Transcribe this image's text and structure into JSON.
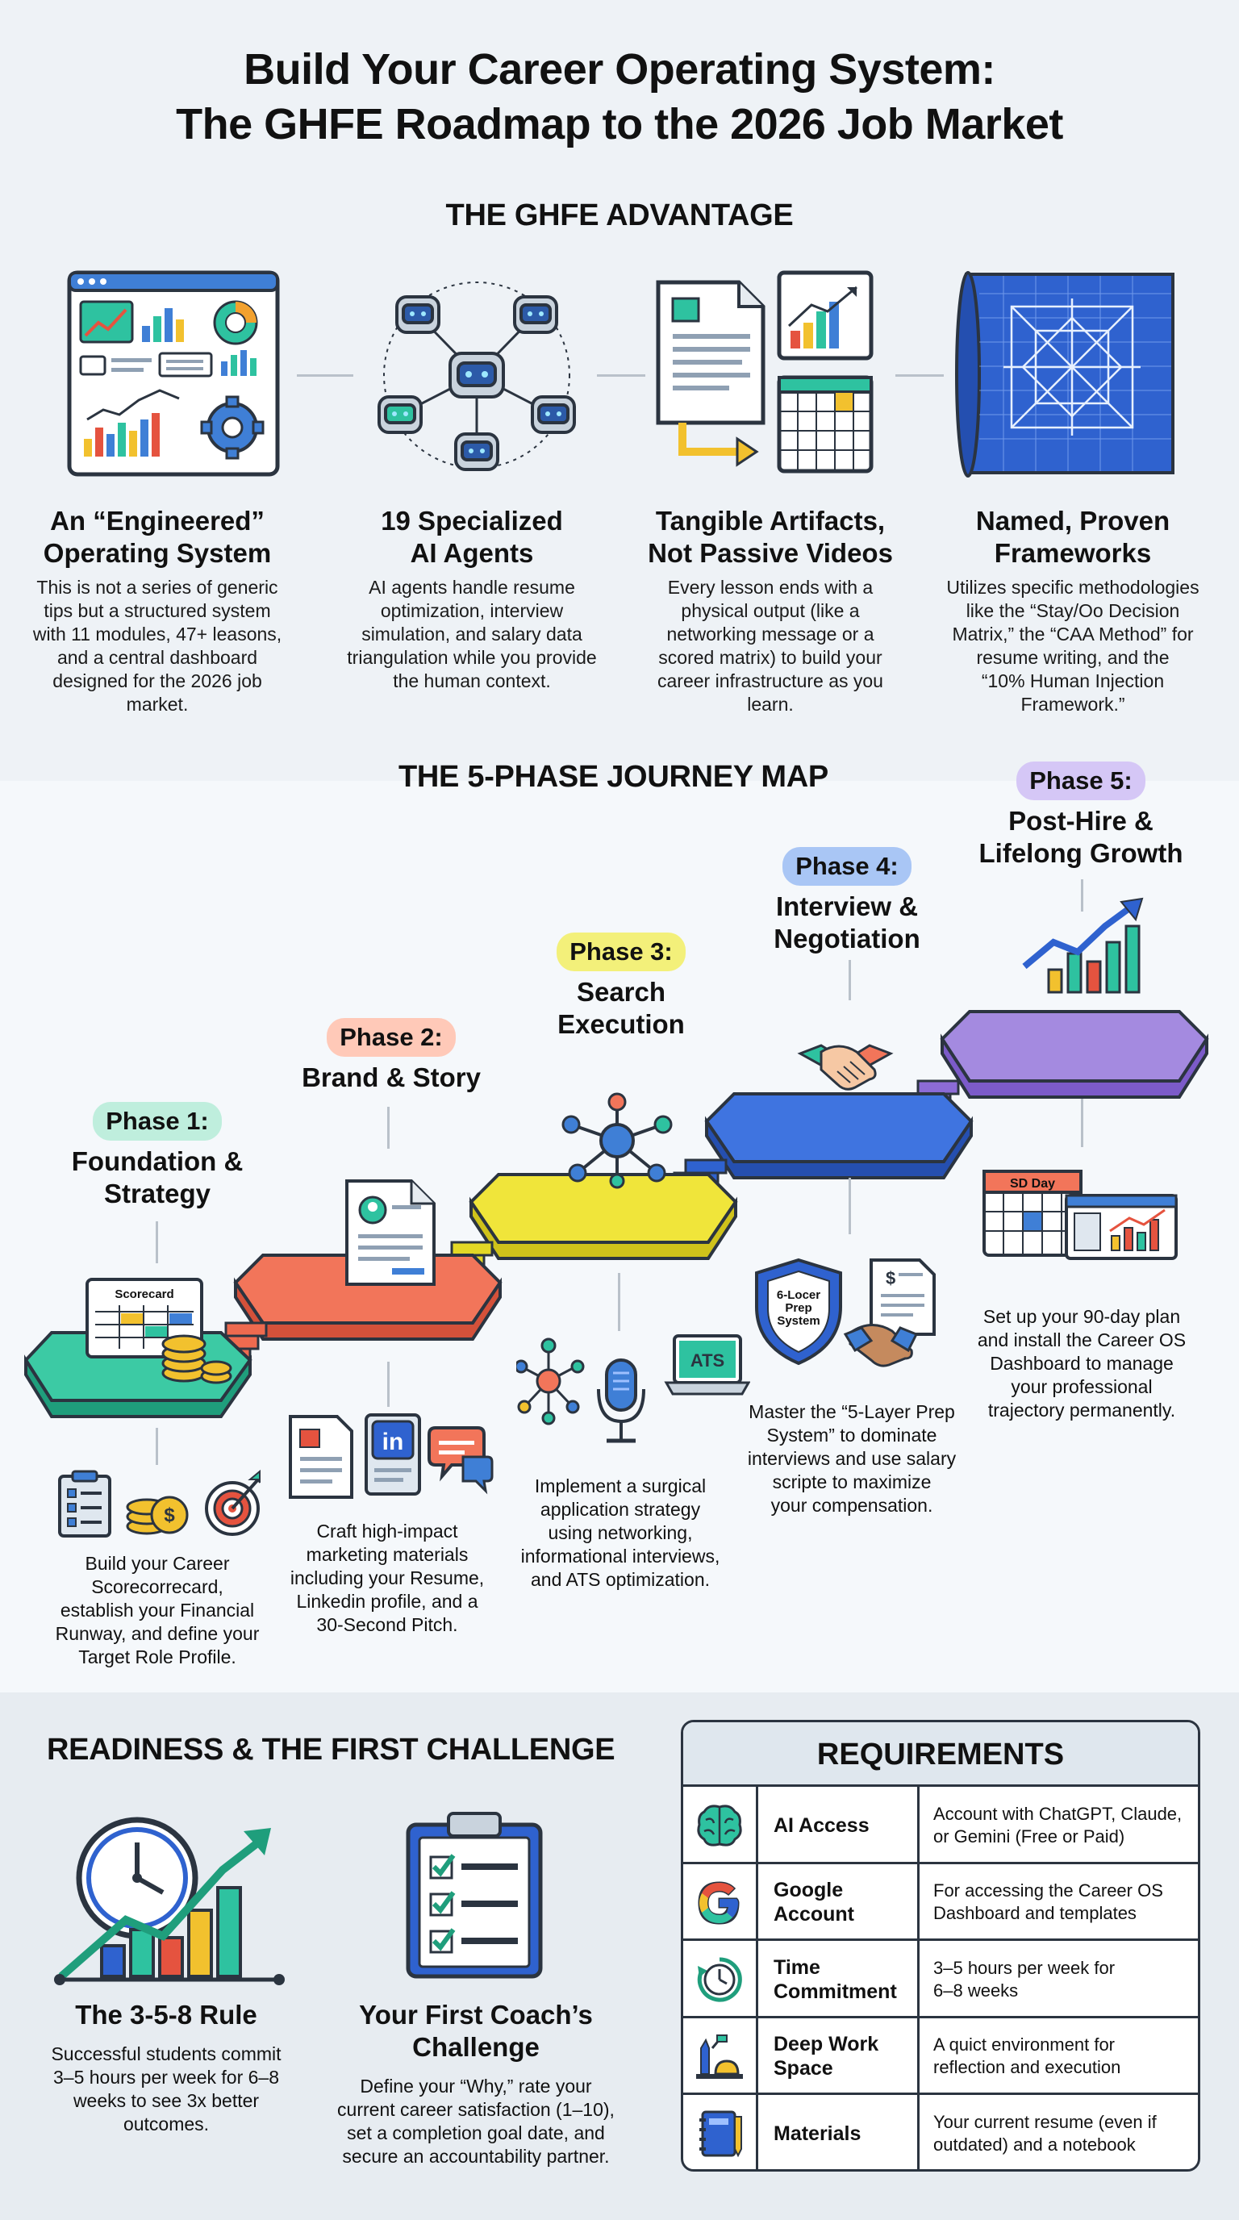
{
  "title": {
    "line1": "Build Your Career Operating System:",
    "line2": "The GHFE Roadmap to the 2026 Job Market"
  },
  "advantage": {
    "heading": "THE GHFE ADVANTAGE",
    "items": [
      {
        "title1": "An “Engineered”",
        "title2": "Operating System",
        "body": [
          "This is not a series of generic",
          "tips but a structured system",
          "with 11 modules, 47+ leasons,",
          "and a central dashboard",
          "designed for the 2026 job",
          "market."
        ]
      },
      {
        "title1": "19 Specialized",
        "title2": "AI Agents",
        "body": [
          "AI agents handle resume",
          "optimization, interview",
          "simulation, and salary data",
          "triangulation while you provide",
          "the human context."
        ]
      },
      {
        "title1": "Tangible Artifacts,",
        "title2": "Not Passive Videos",
        "body": [
          "Every lesson ends with a",
          "physical output (like a",
          "networking message or a",
          "scored matrix) to build your",
          "career infrastructure as you",
          "learn."
        ]
      },
      {
        "title1": "Named, Proven",
        "title2": "Frameworks",
        "body": [
          "Utilizes specific methodologies",
          "like the “Stay/Oo Decision",
          "Matrix,” the “CAA Method” for",
          "resume writing, and the",
          "“10% Human Injection",
          "Framework.”"
        ]
      }
    ]
  },
  "journey": {
    "heading": "THE 5-PHASE JOURNEY MAP",
    "phases": [
      {
        "pill": "Phase 1:",
        "name1": "Foundation &",
        "name2": "Strategy",
        "color": "#29b892",
        "pill_bg": "#bfeedd",
        "desc": [
          "Build your Career",
          "Scorecorrecard,",
          "establish your Financial",
          "Runway, and define your",
          "Target Role Profile."
        ]
      },
      {
        "pill": "Phase 2:",
        "name1": "Brand & Story",
        "name2": "",
        "color": "#ee6a4f",
        "pill_bg": "#ffc9b8",
        "desc": [
          "Craft high-impact",
          "marketing materials",
          "including your Resume,",
          "Linkedin profile, and a",
          "30-Second Pitch."
        ]
      },
      {
        "pill": "Phase 3:",
        "name1": "Search",
        "name2": "Execution",
        "color": "#e3d826",
        "pill_bg": "#f3f07a",
        "desc": [
          "Implement a surgical",
          "application strategy",
          "using networking,",
          "informational interviews,",
          "and ATS optimization."
        ]
      },
      {
        "pill": "Phase 4:",
        "name1": "Interview &",
        "name2": "Negotiation",
        "color": "#2f62cf",
        "pill_bg": "#a9c6f5",
        "desc": [
          "Master the “5-Layer Prep",
          "System” to dominate",
          "interviews and use salary",
          "scripte to maximize",
          "your compensation."
        ]
      },
      {
        "pill": "Phase 5:",
        "name1": "Post-Hire &",
        "name2": "Lifelong Growth",
        "color": "#8c6bd6",
        "pill_bg": "#d5c7f6",
        "desc": [
          "Set up your 90-day plan",
          "and install the Career OS",
          "Dashboard to manage",
          "your professional",
          "trajectory permanently."
        ]
      }
    ],
    "labels": {
      "scorecard": "Scorecard",
      "ats": "ATS",
      "shield1": "6-Locer",
      "shield2": "Prep",
      "shield3": "System",
      "calendar": "SD Day",
      "linkedin": "in",
      "dollar": "$"
    }
  },
  "readiness": {
    "heading": "READINESS & THE FIRST CHALLENGE",
    "rule": {
      "title": "The 3-5-8 Rule",
      "body": [
        "Successful students commit",
        "3–5 hours per week for 6–8",
        "weeks to see 3x better",
        "outcomes."
      ]
    },
    "challenge": {
      "title1": "Your First Coach’s",
      "title2": "Challenge",
      "body": [
        "Define your “Why,” rate your",
        "current career satisfaction (1–10),",
        "set a completion goal date, and",
        "secure an accountability partner."
      ]
    }
  },
  "requirements": {
    "heading": "REQUIREMENTS",
    "rows": [
      {
        "icon": "brain-icon",
        "name1": "AI Access",
        "name2": "",
        "desc1": "Account with ChatGPT, Claude,",
        "desc2": "or Gemini (Free or Paid)"
      },
      {
        "icon": "google-icon",
        "name1": "Google",
        "name2": "Account",
        "desc1": "For accessing the Career OS",
        "desc2": "Dashboard and templates"
      },
      {
        "icon": "clock-icon",
        "name1": "Time",
        "name2": "Commitment",
        "desc1": "3–5 hours per week for",
        "desc2": "6–8 weeks"
      },
      {
        "icon": "lamp-icon",
        "name1": "Deep Work",
        "name2": "Space",
        "desc1": "A quict environment for",
        "desc2": "reflection and execution"
      },
      {
        "icon": "notebook-icon",
        "name1": "Materials",
        "name2": "",
        "desc1": "Your current resume (even if",
        "desc2": "outdated) and a notebook"
      }
    ]
  }
}
